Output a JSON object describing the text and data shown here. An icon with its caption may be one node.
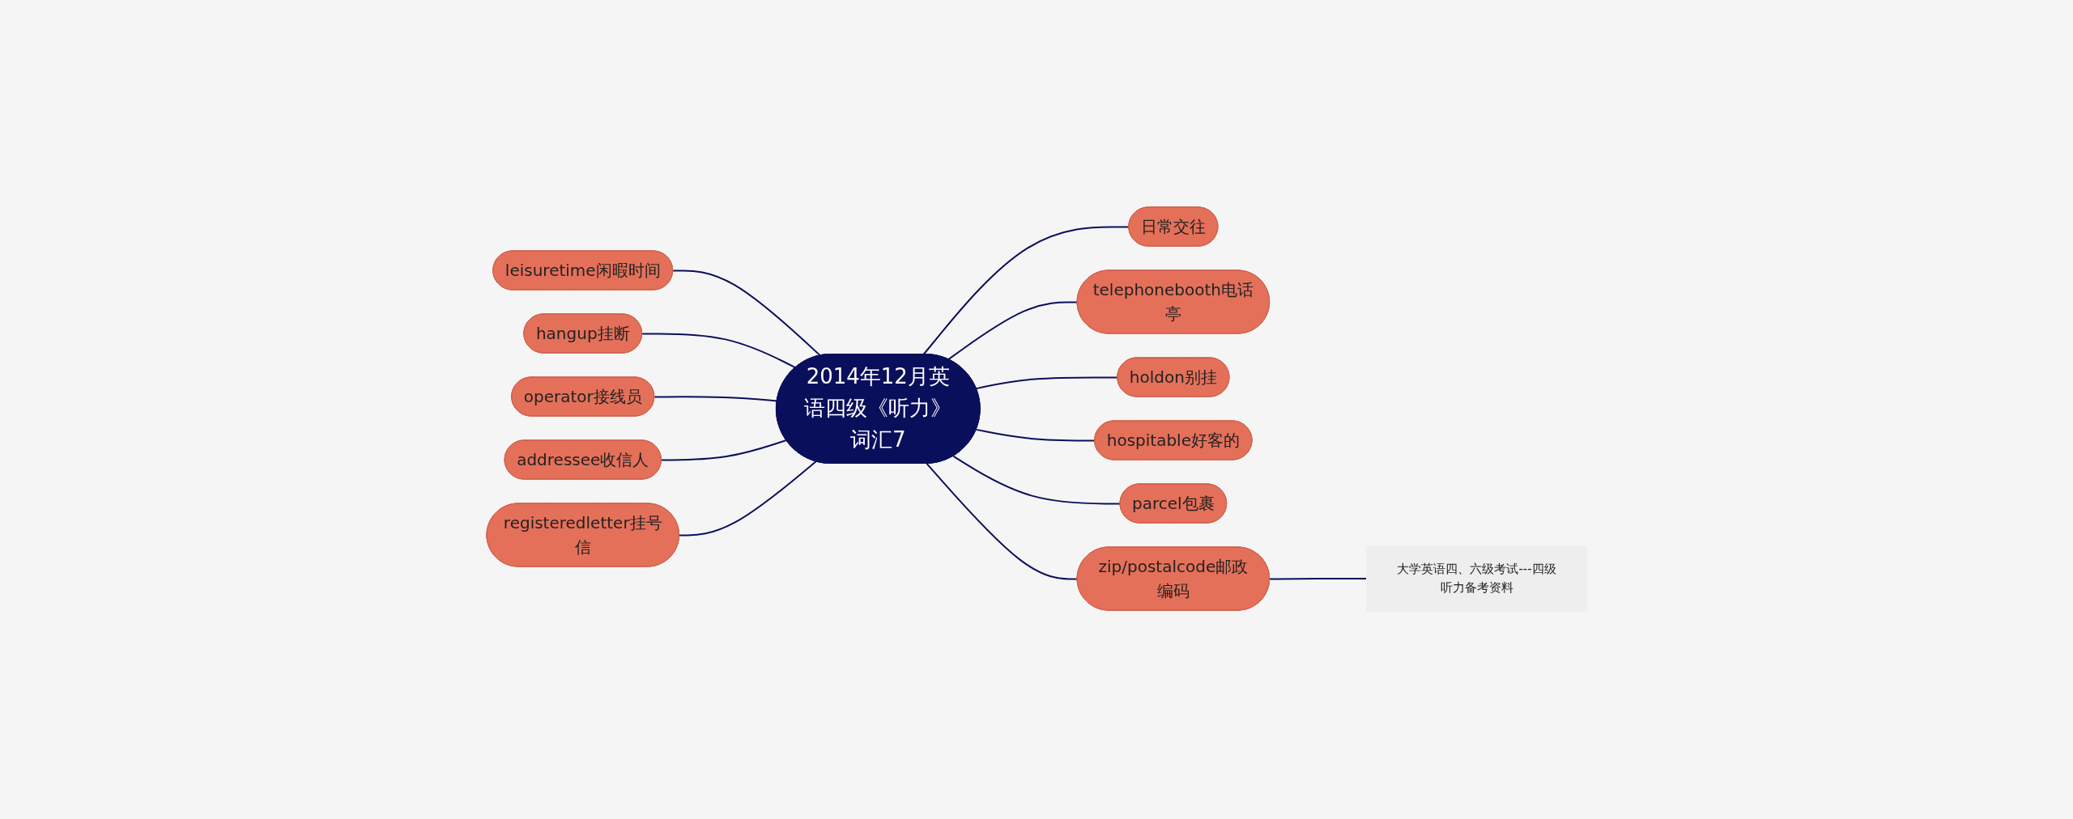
{
  "diagram": {
    "nodes": [
      {
        "text": [
          "2014年12月英语四级《听力》词汇7"
        ]
      },
      {
        "text": [
          "日常交往"
        ]
      },
      {
        "text": [
          "telephonebooth电话亭"
        ]
      },
      {
        "text": [
          "holdon别挂"
        ]
      },
      {
        "text": [
          "hospitable好客的"
        ]
      },
      {
        "text": [
          "parcel包裹"
        ]
      },
      {
        "text": [
          "zip/postalcode邮政编码"
        ]
      },
      {
        "text": [
          "大学英语四、六级考试---四级听力备考资料"
        ]
      },
      {
        "text": [
          "leisuretime闲暇时间"
        ]
      },
      {
        "text": [
          "hangup挂断"
        ]
      },
      {
        "text": [
          "operator接线员"
        ]
      },
      {
        "text": [
          "addressee收信人"
        ]
      },
      {
        "text": [
          "registeredletter挂号信"
        ]
      }
    ],
    "edges": [
      {
        "from": 0,
        "to": 1,
        "arrow": "none"
      },
      {
        "from": 0,
        "to": 2,
        "arrow": "none"
      },
      {
        "from": 0,
        "to": 3,
        "arrow": "none"
      },
      {
        "from": 0,
        "to": 4,
        "arrow": "none"
      },
      {
        "from": 0,
        "to": 5,
        "arrow": "none"
      },
      {
        "from": 0,
        "to": 6,
        "arrow": "none"
      },
      {
        "from": 6,
        "to": 7,
        "arrow": "none"
      },
      {
        "from": 0,
        "to": 8,
        "arrow": "none"
      },
      {
        "from": 0,
        "to": 9,
        "arrow": "none"
      },
      {
        "from": 0,
        "to": 10,
        "arrow": "none"
      },
      {
        "from": 0,
        "to": 11,
        "arrow": "none"
      },
      {
        "from": 0,
        "to": 12,
        "arrow": "none"
      }
    ]
  }
}
